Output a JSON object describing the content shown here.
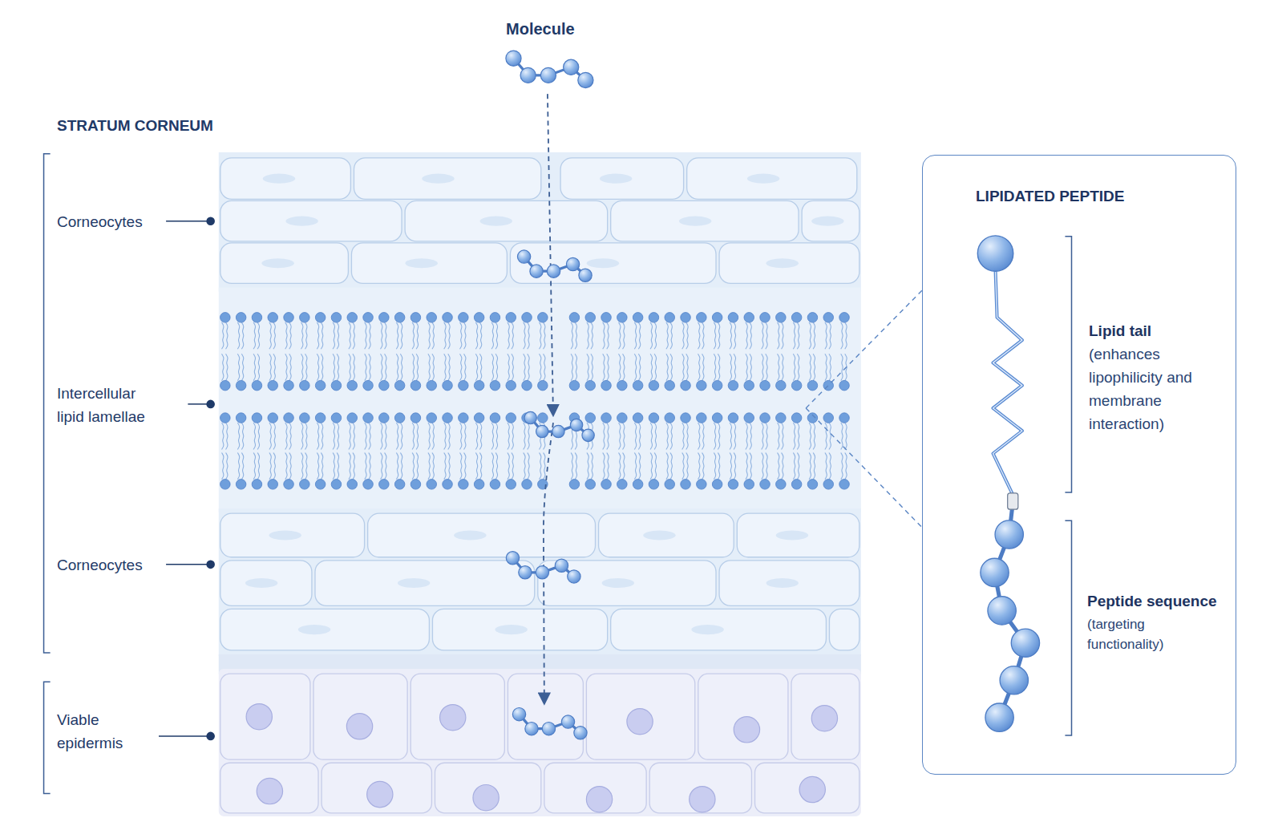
{
  "diagram": {
    "nodes": [
      {
        "text": [
          "LIPIDATED PEPTIDE",
          "Lipid tail",
          "(enhances lipophilicity and membrane interaction)",
          "Peptide sequence",
          "(targeting functionality)"
        ]
      }
    ],
    "labels": [
      "Molecule",
      "STRATUM CORNEUM",
      "Corneocytes",
      "Intercellular lipid lamellae",
      "Corneocytes",
      "Viable epidermis"
    ]
  }
}
